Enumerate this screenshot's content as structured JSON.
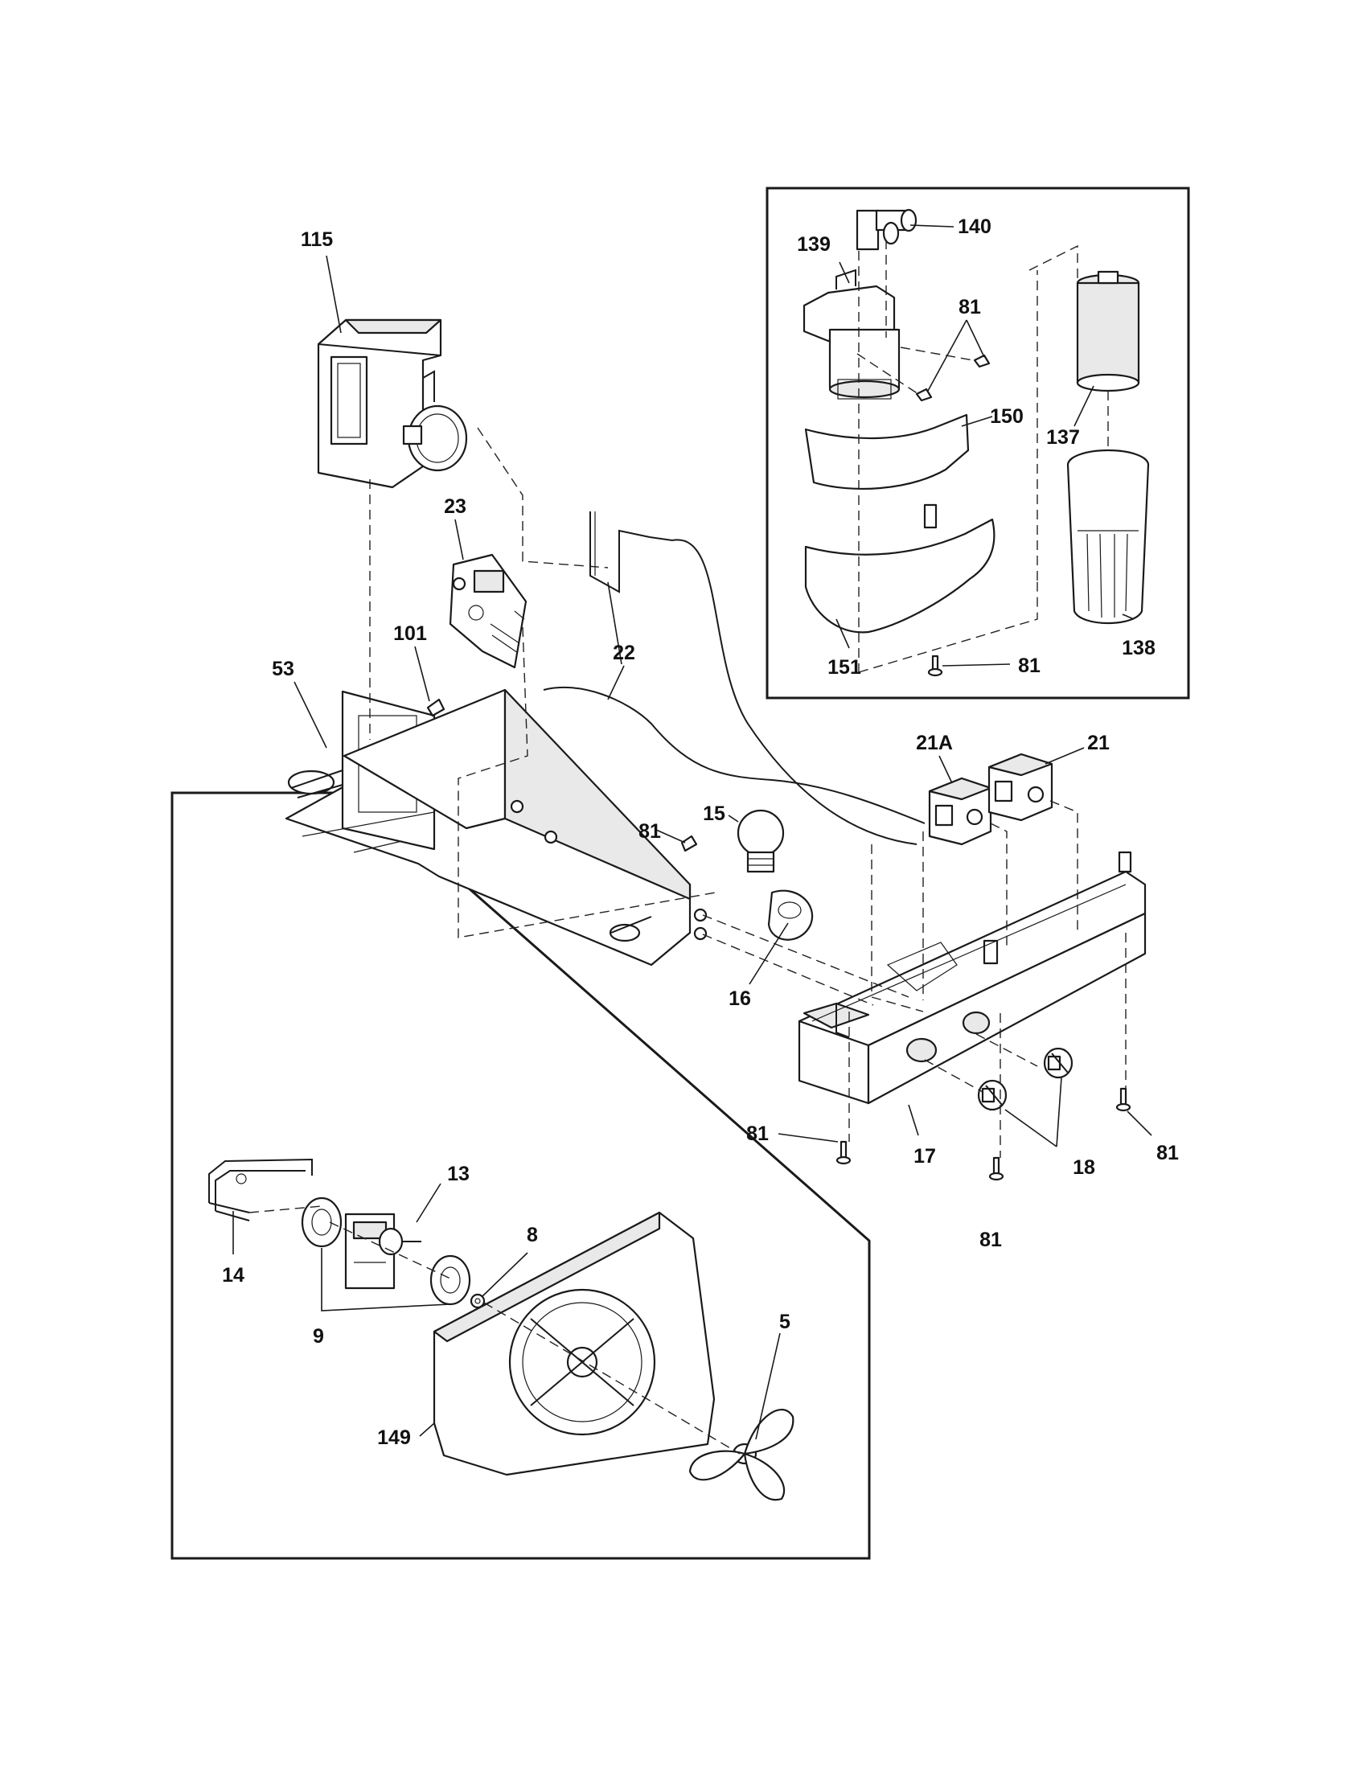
{
  "labels": {
    "p115": "115",
    "p23": "23",
    "p101": "101",
    "p53": "53",
    "p22": "22",
    "p15": "15",
    "p81_lamp": "81",
    "p16": "16",
    "p21A": "21A",
    "p21": "21",
    "p17": "17",
    "p18": "18",
    "p81_housing_left": "81",
    "p81_housing_mid": "81",
    "p81_housing_right": "81",
    "p140": "140",
    "p139": "139",
    "p81_inset_top": "81",
    "p150": "150",
    "p137": "137",
    "p151": "151",
    "p138": "138",
    "p81_inset_bottom": "81",
    "p13": "13",
    "p14": "14",
    "p8": "8",
    "p9": "9",
    "p5": "5",
    "p149": "149"
  }
}
